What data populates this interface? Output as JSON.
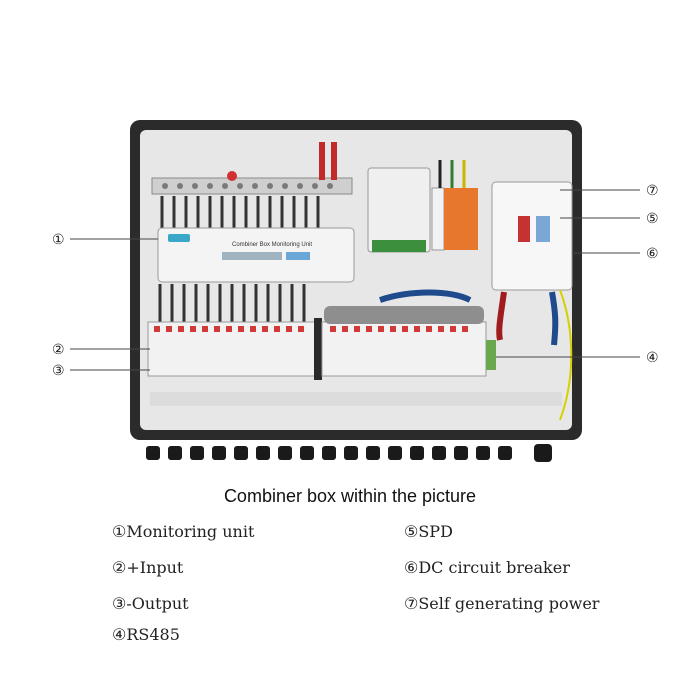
{
  "caption": "Combiner box within the picture",
  "callouts": {
    "c1": "①",
    "c2": "②",
    "c3": "③",
    "c4": "④",
    "c5": "⑤",
    "c6": "⑥",
    "c7": "⑦"
  },
  "legend": {
    "item1": "①Monitoring unit",
    "item2": "②+Input",
    "item3": "③-Output",
    "item4": "④RS485",
    "item5": "⑤SPD",
    "item6": "⑥DC circuit breaker",
    "item7": "⑦Self generating power"
  },
  "device_labels": {
    "monitor_title": "Combiner Box Monitoring Unit"
  }
}
